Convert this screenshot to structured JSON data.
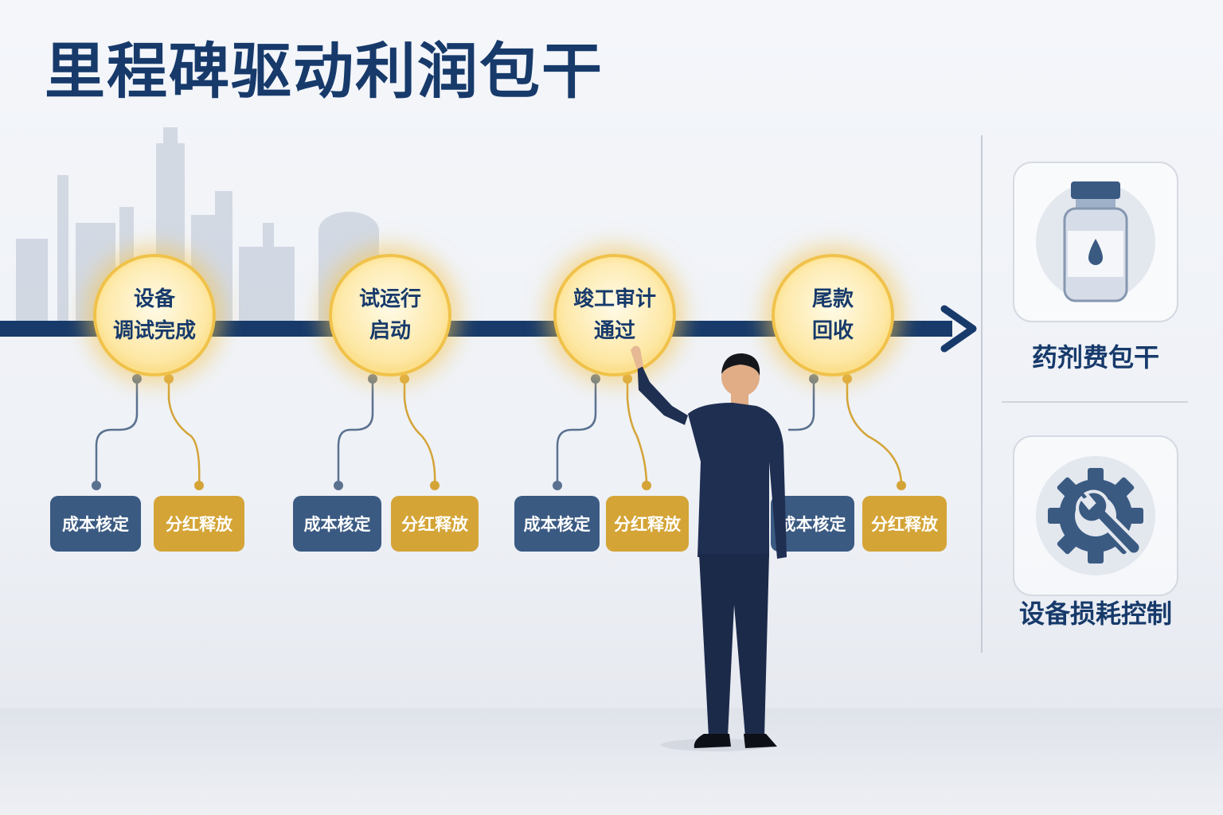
{
  "title": "里程碑驱动利润包干",
  "colors": {
    "navy": "#173a6b",
    "steel": "#3a5a82",
    "gold": "#d4a437",
    "glow": "#f0c24a"
  },
  "milestones": [
    {
      "line1": "设备",
      "line2": "调试完成",
      "cost_tag": "成本核定",
      "dividend_tag": "分红释放"
    },
    {
      "line1": "试运行",
      "line2": "启动",
      "cost_tag": "成本核定",
      "dividend_tag": "分红释放"
    },
    {
      "line1": "竣工审计",
      "line2": "通过",
      "cost_tag": "成本核定",
      "dividend_tag": "分红释放"
    },
    {
      "line1": "尾款",
      "line2": "回收",
      "cost_tag": "成本核定",
      "dividend_tag": "分红释放"
    }
  ],
  "side_cards": [
    {
      "icon": "medicine-bottle-icon",
      "label": "药剂费包干"
    },
    {
      "icon": "gear-wrench-icon",
      "label": "设备损耗控制"
    }
  ]
}
